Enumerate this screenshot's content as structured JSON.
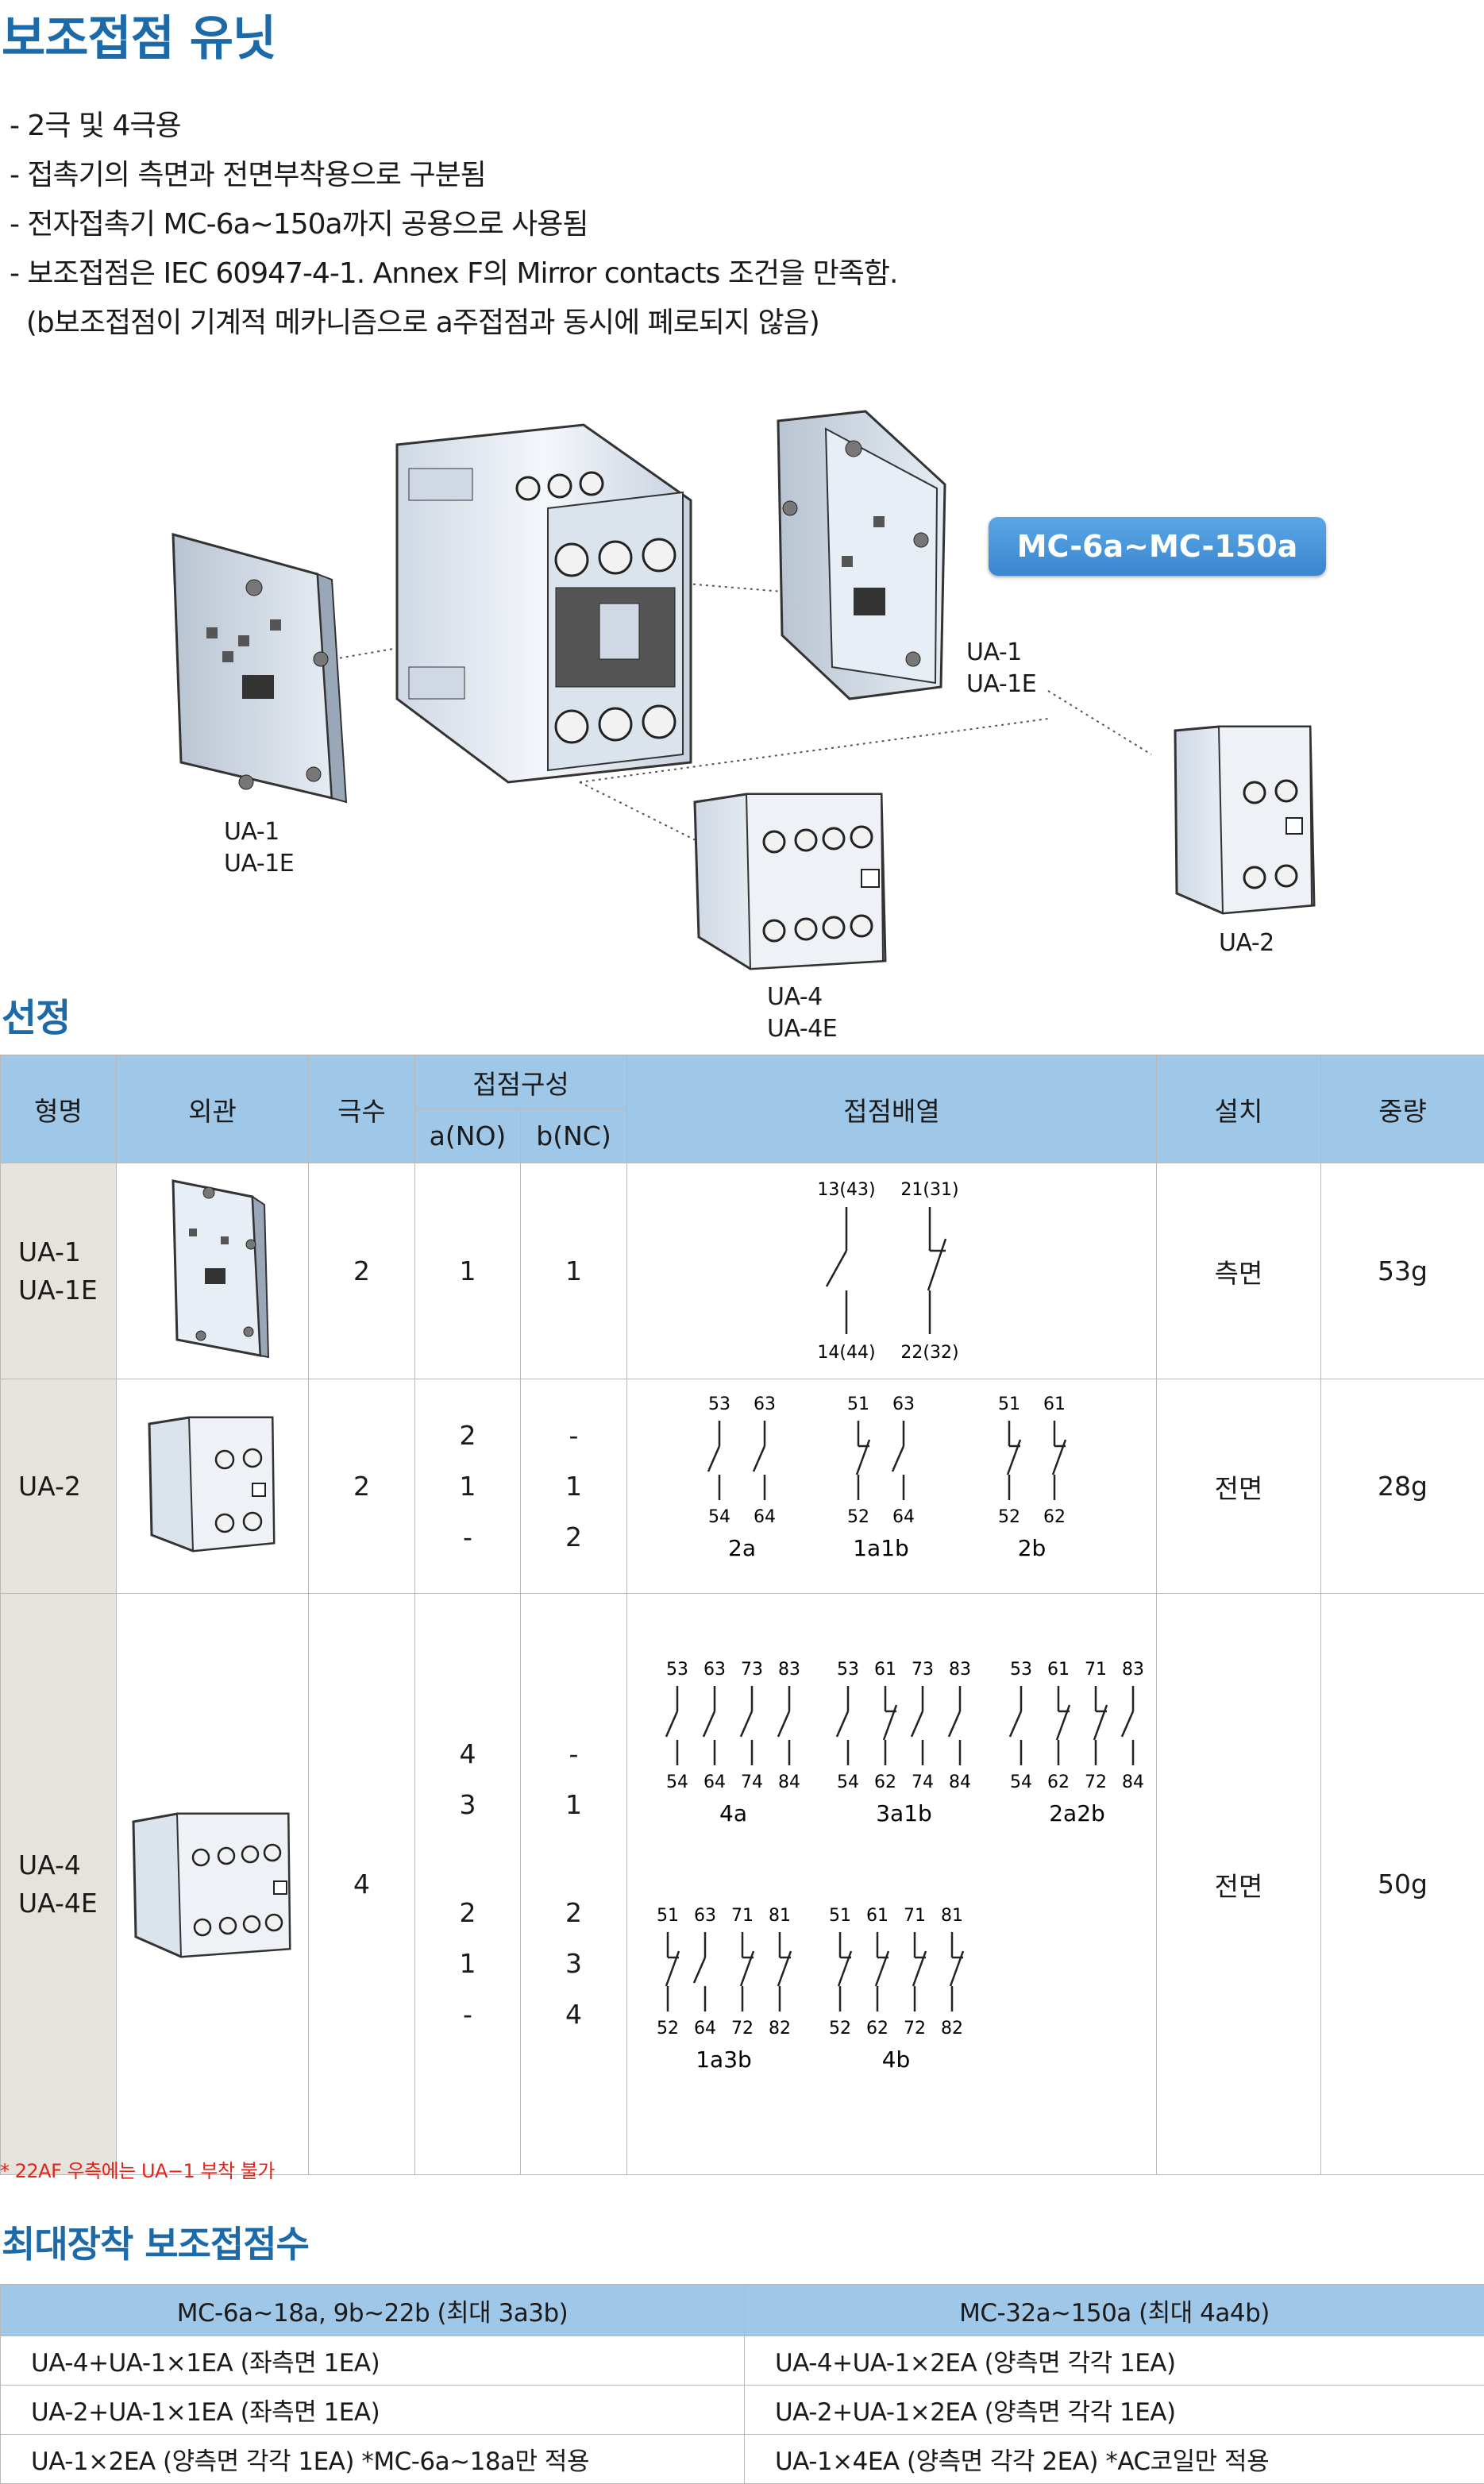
{
  "title": "보조접점 유닛",
  "bullets": [
    "- 2극 및 4극용",
    "- 접촉기의 측면과 전면부착용으로 구분됨",
    "- 전자접촉기 MC-6a~150a까지 공용으로 사용됨",
    "- 보조접점은 IEC 60947-4-1. Annex F의 Mirror contacts 조건을 만족함.",
    "  (b보조접점이 기계적 메카니즘으로 a주접점과 동시에 폐로되지 않음)"
  ],
  "figure": {
    "badge": "MC-6a~MC-150a",
    "captions": {
      "left": [
        "UA-1",
        "UA-1E"
      ],
      "right": [
        "UA-1",
        "UA-1E"
      ],
      "center": [
        "UA-4",
        "UA-4E"
      ],
      "far_right": "UA-2"
    }
  },
  "selection": {
    "heading": "선정",
    "headers": {
      "model": "형명",
      "appearance": "외관",
      "poles": "극수",
      "config": "접점구성",
      "a_no": "a(NO)",
      "b_nc": "b(NC)",
      "layout": "접점배열",
      "mount": "설치",
      "weight": "중량"
    },
    "rows": [
      {
        "model": [
          "UA-1",
          "UA-1E"
        ],
        "poles": "2",
        "a": [
          "1"
        ],
        "b": [
          "1"
        ],
        "mount": "측면",
        "weight": "53g"
      },
      {
        "model": [
          "UA-2"
        ],
        "poles": "2",
        "a": [
          "2",
          "1",
          "-"
        ],
        "b": [
          "-",
          "1",
          "2"
        ],
        "mount": "전면",
        "weight": "28g"
      },
      {
        "model": [
          "UA-4",
          "UA-4E"
        ],
        "poles": "4",
        "a": [
          "4",
          "3",
          "2",
          "1",
          "-"
        ],
        "b": [
          "-",
          "1",
          "2",
          "3",
          "4"
        ],
        "mount": "전면",
        "weight": "50g"
      }
    ],
    "diagrams": {
      "ua1": {
        "top": [
          "13(43)",
          "21(31)"
        ],
        "bottom": [
          "14(44)",
          "22(32)"
        ]
      },
      "ua2": [
        {
          "top": [
            "53",
            "63"
          ],
          "bottom": [
            "54",
            "64"
          ],
          "label": "2a"
        },
        {
          "top": [
            "51",
            "63"
          ],
          "bottom": [
            "52",
            "64"
          ],
          "label": "1a1b"
        },
        {
          "top": [
            "51",
            "61"
          ],
          "bottom": [
            "52",
            "62"
          ],
          "label": "2b"
        }
      ],
      "ua4": [
        {
          "top": [
            "53",
            "63",
            "73",
            "83"
          ],
          "bottom": [
            "54",
            "64",
            "74",
            "84"
          ],
          "label": "4a"
        },
        {
          "top": [
            "53",
            "61",
            "73",
            "83"
          ],
          "bottom": [
            "54",
            "62",
            "74",
            "84"
          ],
          "label": "3a1b"
        },
        {
          "top": [
            "53",
            "61",
            "71",
            "83"
          ],
          "bottom": [
            "54",
            "62",
            "72",
            "84"
          ],
          "label": "2a2b"
        },
        {
          "top": [
            "51",
            "63",
            "71",
            "81"
          ],
          "bottom": [
            "52",
            "64",
            "72",
            "82"
          ],
          "label": "1a3b"
        },
        {
          "top": [
            "51",
            "61",
            "71",
            "81"
          ],
          "bottom": [
            "52",
            "62",
            "72",
            "82"
          ],
          "label": "4b"
        }
      ]
    }
  },
  "note": "* 22AF 우측에는 UA−1 부착 불가",
  "max_units": {
    "heading": "최대장착 보조접점수",
    "headers": [
      "MC-6a~18a, 9b~22b (최대 3a3b)",
      "MC-32a~150a (최대 4a4b)"
    ],
    "rows": [
      [
        "UA-4+UA-1×1EA (좌측면 1EA)",
        "UA-4+UA-1×2EA (양측면 각각 1EA)"
      ],
      [
        "UA-2+UA-1×1EA (좌측면 1EA)",
        "UA-2+UA-1×2EA (양측면 각각 1EA)"
      ],
      [
        "UA-1×2EA (양측면 각각 1EA) *MC-6a~18a만 적용",
        "UA-1×4EA (양측면 각각 2EA) *AC코일만 적용"
      ]
    ]
  },
  "colors": {
    "heading": "#1c6aa8",
    "table_header": "#9fc7e8",
    "first_col": "#e6e3dc",
    "badge": "#3a86cf",
    "note": "#e2231a"
  }
}
